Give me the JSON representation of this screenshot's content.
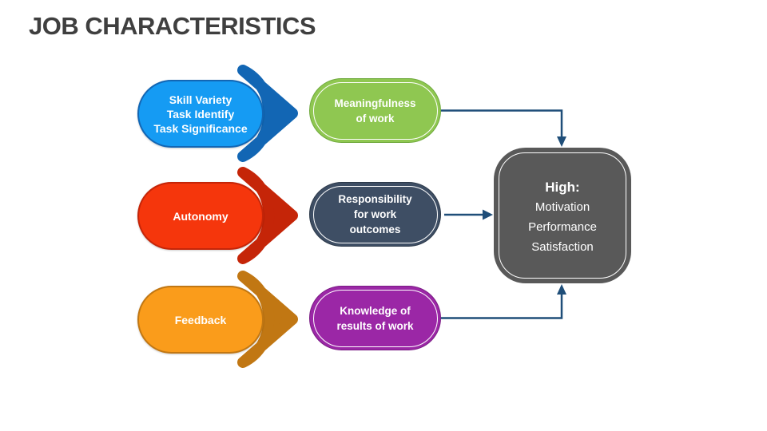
{
  "title": "JOB CHARACTERISTICS",
  "colors": {
    "title": "#3F3F3F",
    "connector": "#1F4E79",
    "blue": "#159BF3",
    "blue-dark": "#1266B4",
    "red": "#F5360C",
    "red-dark": "#C52508",
    "orange": "#FA9C1B",
    "orange-dark": "#C17713",
    "green": "#8FC751",
    "green-dark": "#6EA93C",
    "slate": "#3E4E64",
    "slate-dark": "#2C3949",
    "purple": "#9B27A6",
    "purple-dark": "#7A1C84",
    "gray": "#595959"
  },
  "rows": [
    {
      "arrow_label": "Skill Variety\nTask Identify\nTask Significance",
      "state_label": "Meaningfulness\nof work"
    },
    {
      "arrow_label": "Autonomy",
      "state_label": "Responsibility\nfor work\noutcomes"
    },
    {
      "arrow_label": "Feedback",
      "state_label": "Knowledge of\nresults of work"
    }
  ],
  "outcome": {
    "heading": "High:",
    "items": "Motivation\nPerformance\nSatisfaction"
  }
}
